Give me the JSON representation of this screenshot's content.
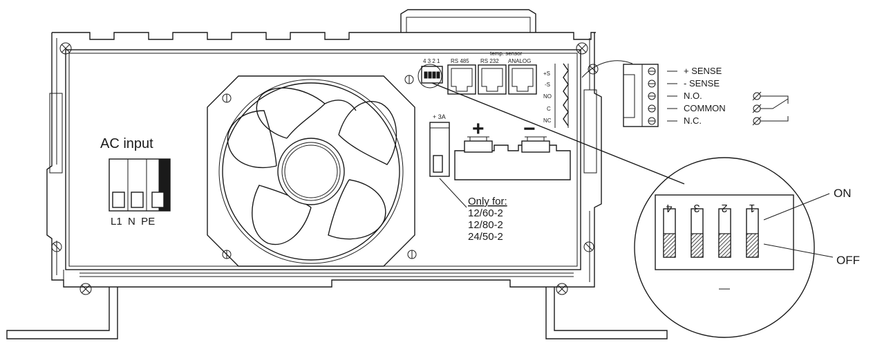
{
  "ac_input": {
    "title": "AC input",
    "terminal_labels": "L1  N  PE"
  },
  "comm_panel": {
    "dip_numbers": "4 3 2 1",
    "rs485": "RS 485",
    "temp_sensor": "temp. sensor",
    "rs232": "RS 232",
    "analog": "ANALOG",
    "relay_terminals": [
      "+S",
      "-S",
      "NO",
      "C",
      "NC"
    ]
  },
  "fuse": {
    "label": "+ 3A"
  },
  "dc_output": {
    "plus": "+",
    "minus": "−"
  },
  "only_for": {
    "title": "Only for:",
    "models": [
      "12/60-2",
      "12/80-2",
      "24/50-2"
    ]
  },
  "sense_connector": {
    "labels": [
      "+ SENSE",
      "- SENSE",
      "N.O.",
      "COMMON",
      "N.C."
    ]
  },
  "dip_detail": {
    "switch_numbers": [
      "4",
      "3",
      "2",
      "1"
    ],
    "on_label": "ON",
    "off_label": "OFF",
    "switch_states": [
      "off",
      "off",
      "off",
      "off"
    ]
  }
}
